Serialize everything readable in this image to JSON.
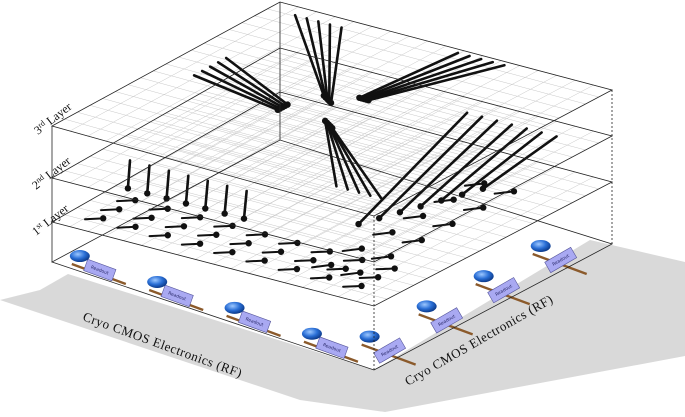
{
  "layers": [
    {
      "ordinal": "3",
      "suffix": "rd",
      "word": "Layer"
    },
    {
      "ordinal": "2",
      "suffix": "nd",
      "word": "Layer"
    },
    {
      "ordinal": "1",
      "suffix": "st",
      "word": "Layer"
    }
  ],
  "electronics": {
    "left_label": "Cryo CMOS Electronics (RF)",
    "right_label": "Cryo CMOS Electronics (RF)",
    "chip_label": "Readout"
  },
  "colors": {
    "trace": "#111111",
    "pad": "#111111",
    "grid": "#c8c8c8",
    "qubit": "#1e5fc8",
    "chip": "#a9a9f2",
    "bus": "#8b5a2b",
    "base": "#d6d6d6"
  }
}
